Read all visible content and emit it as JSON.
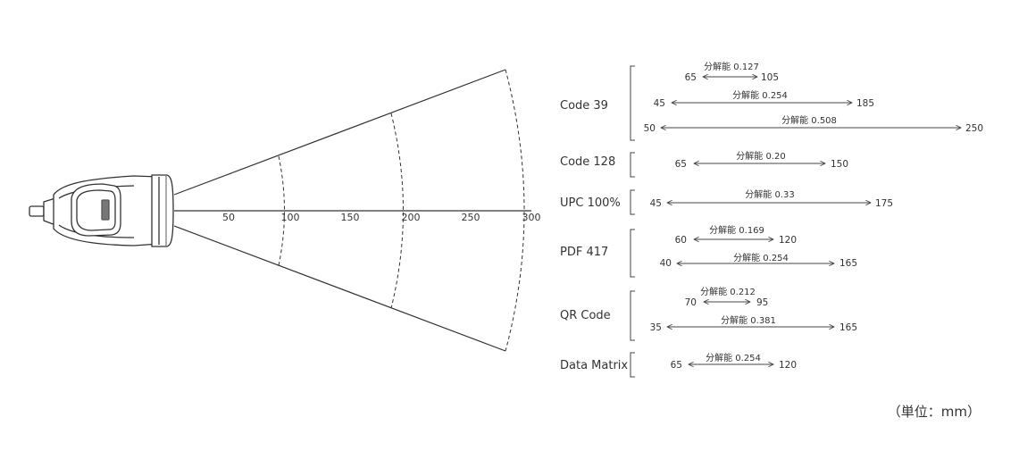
{
  "axis_ticks": [
    "50",
    "100",
    "150",
    "200",
    "250",
    "300"
  ],
  "unit_note": "（単位：mm）",
  "symbologies": [
    {
      "name": "Code 39",
      "ranges": [
        {
          "resolution": "分解能 0.127",
          "near": "65",
          "far": "105"
        },
        {
          "resolution": "分解能 0.254",
          "near": "45",
          "far": "185"
        },
        {
          "resolution": "分解能 0.508",
          "near": "50",
          "far": "250"
        }
      ]
    },
    {
      "name": "Code 128",
      "ranges": [
        {
          "resolution": "分解能 0.20",
          "near": "65",
          "far": "150"
        }
      ]
    },
    {
      "name": "UPC 100%",
      "ranges": [
        {
          "resolution": "分解能 0.33",
          "near": "45",
          "far": "175"
        }
      ]
    },
    {
      "name": "PDF 417",
      "ranges": [
        {
          "resolution": "分解能 0.169",
          "near": "60",
          "far": "120"
        },
        {
          "resolution": "分解能 0.254",
          "near": "40",
          "far": "165"
        }
      ]
    },
    {
      "name": "QR Code",
      "ranges": [
        {
          "resolution": "分解能 0.212",
          "near": "70",
          "far": "95"
        },
        {
          "resolution": "分解能 0.381",
          "near": "35",
          "far": "165"
        }
      ]
    },
    {
      "name": "Data Matrix",
      "ranges": [
        {
          "resolution": "分解能 0.254",
          "near": "65",
          "far": "120"
        }
      ]
    }
  ]
}
